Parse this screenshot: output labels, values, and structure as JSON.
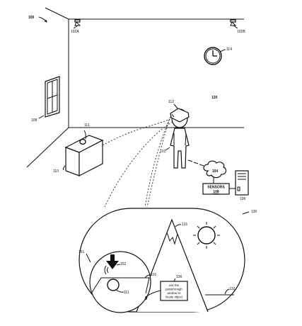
{
  "figure": {
    "fig_ref": "100",
    "refs": {
      "camera_a": "102A",
      "camera_b": "102B",
      "clock": "114",
      "room": "120",
      "window": "108",
      "headset": "112",
      "user": "101",
      "table_object": "111",
      "table": "110",
      "network": "104",
      "sensors": "108",
      "computer": "106",
      "display": "130",
      "mountain": "131",
      "horizon": "132",
      "passthrough_window": "151",
      "marker": "152",
      "virtual_surface": "116",
      "object_in_view": "111",
      "notification": "136"
    },
    "sensors_label": "SENSORS",
    "notification_lines": [
      "use the",
      "passthrough",
      "window to",
      "locate object"
    ]
  }
}
